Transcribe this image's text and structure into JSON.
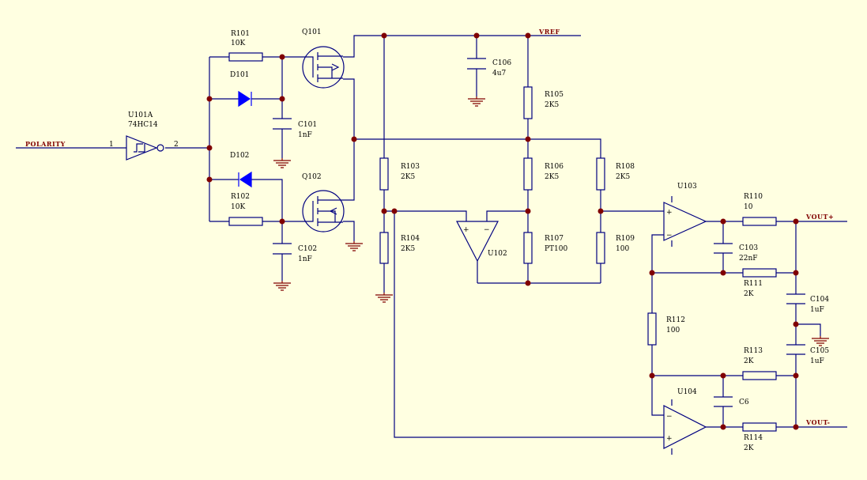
{
  "nets": {
    "polarity": "POLARITY",
    "vref": "VREF",
    "vout_plus": "VOUT+",
    "vout_minus": "VOUT-"
  },
  "components": {
    "u101": {
      "ref": "U101A",
      "value": "74HC14",
      "pin_in": "1",
      "pin_out": "2"
    },
    "r101": {
      "ref": "R101",
      "value": "10K"
    },
    "d101": {
      "ref": "D101"
    },
    "c101": {
      "ref": "C101",
      "value": "1nF"
    },
    "d102": {
      "ref": "D102"
    },
    "r102": {
      "ref": "R102",
      "value": "10K"
    },
    "c102": {
      "ref": "C102",
      "value": "1nF"
    },
    "q101": {
      "ref": "Q101"
    },
    "q102": {
      "ref": "Q102"
    },
    "c106": {
      "ref": "C106",
      "value": "4u7"
    },
    "r103": {
      "ref": "R103",
      "value": "2K5"
    },
    "r104": {
      "ref": "R104",
      "value": "2K5"
    },
    "r105": {
      "ref": "R105",
      "value": "2K5"
    },
    "r106": {
      "ref": "R106",
      "value": "2K5"
    },
    "r107": {
      "ref": "R107",
      "value": "PT100"
    },
    "r108": {
      "ref": "R108",
      "value": "2K5"
    },
    "r109": {
      "ref": "R109",
      "value": "100"
    },
    "u102": {
      "ref": "U102"
    },
    "u103": {
      "ref": "U103"
    },
    "u104": {
      "ref": "U104"
    },
    "r110": {
      "ref": "R110",
      "value": "10"
    },
    "c103": {
      "ref": "C103",
      "value": "22nF"
    },
    "r111": {
      "ref": "R111",
      "value": "2K"
    },
    "r112": {
      "ref": "R112",
      "value": "100"
    },
    "r113": {
      "ref": "R113",
      "value": "2K"
    },
    "c6": {
      "ref": "C6"
    },
    "r114": {
      "ref": "R114",
      "value": "2K"
    },
    "c104": {
      "ref": "C104",
      "value": "1uF"
    },
    "c105": {
      "ref": "C105",
      "value": "1uF"
    }
  },
  "opamp_signs": {
    "plus": "+",
    "minus": "−"
  },
  "colors": {
    "background": "#ffffe1",
    "wire": "#000080",
    "junction": "#800000",
    "ground": "#800000",
    "diode": "#0000ff",
    "net_label": "#800000"
  }
}
